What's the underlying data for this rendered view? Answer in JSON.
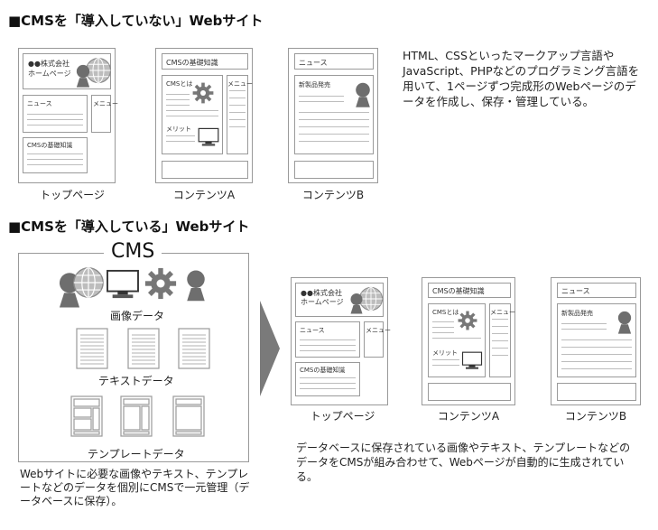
{
  "top_section": {
    "heading": "■CMSを「導入していない」Webサイト",
    "description": "HTML、CSSといったマークアップ言語やJavaScript、PHPなどのプログラミング言語を用いて、1ページずつ完成形のWebページのデータを作成し、保存・管理している。",
    "pages": {
      "top": {
        "caption": "トップページ",
        "company": "●●株式会社",
        "homepage": "ホームページ",
        "news": "ニュース",
        "menu": "メニュー",
        "cms_basics": "CMSの基礎知識"
      },
      "content_a": {
        "caption": "コンテンツA",
        "title": "CMSの基礎知識",
        "what_is": "CMSとは",
        "merit": "メリット",
        "menu": "メニュー"
      },
      "content_b": {
        "caption": "コンテンツB",
        "news": "ニュース",
        "new_product": "新製品発売"
      }
    }
  },
  "bottom_section": {
    "heading": "■CMSを「導入している」Webサイト",
    "cms_label": "CMS",
    "image_data": "画像データ",
    "text_data": "テキストデータ",
    "template_data": "テンプレートデータ",
    "cms_description": "Webサイトに必要な画像やテキスト、テンプレートなどのデータを個別にCMSで一元管理（データベースに保存）。",
    "result_description": "データベースに保存されている画像やテキスト、テンプレートなどのデータをCMSが組み合わせて、Webページが自動的に生成されている。",
    "pages": {
      "top": {
        "caption": "トップページ",
        "company": "●●株式会社",
        "homepage": "ホームページ",
        "news": "ニュース",
        "menu": "メニュー",
        "cms_basics": "CMSの基礎知識"
      },
      "content_a": {
        "caption": "コンテンツA",
        "title": "CMSの基礎知識",
        "what_is": "CMSとは",
        "merit": "メリット",
        "menu": "メニュー"
      },
      "content_b": {
        "caption": "コンテンツB",
        "news": "ニュース",
        "new_product": "新製品発売"
      }
    }
  },
  "icons": {
    "person": "person-icon",
    "globe": "globe-icon",
    "gear": "gear-icon",
    "monitor": "monitor-icon",
    "document": "document-icon",
    "template": "template-icon",
    "arrow": "arrow-right-icon"
  },
  "colors": {
    "icon_gray": "#6e6e6e",
    "border_gray": "#999999",
    "arrow_gray": "#7a7a7a"
  }
}
